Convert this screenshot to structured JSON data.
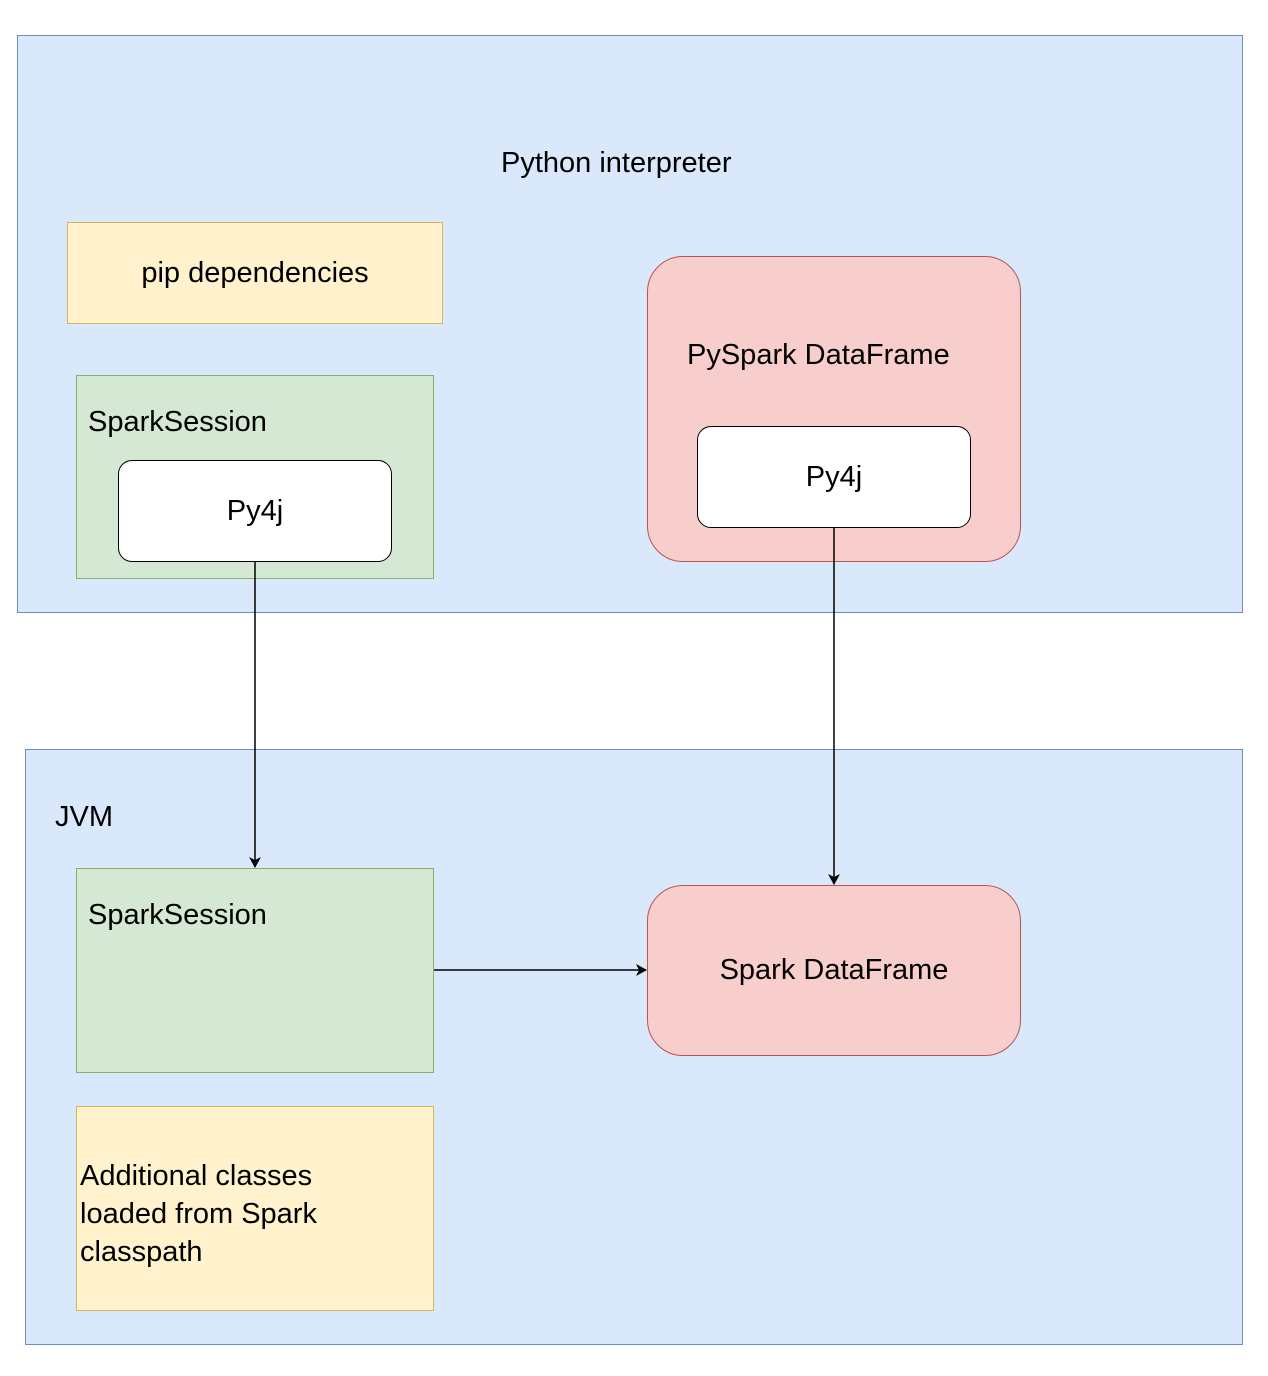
{
  "python_interpreter": {
    "label": "Python interpreter",
    "pip_dependencies": "pip dependencies",
    "spark_session": {
      "label": "SparkSession",
      "bridge": "Py4j"
    },
    "pyspark_dataframe": {
      "label": "PySpark DataFrame",
      "bridge": "Py4j"
    }
  },
  "jvm": {
    "label": "JVM",
    "spark_session": {
      "label": "SparkSession"
    },
    "spark_dataframe": {
      "label": "Spark DataFrame"
    },
    "additional_classes": {
      "line1": "Additional classes",
      "line2": "loaded from Spark",
      "line3": "classpath"
    }
  },
  "edges": [
    {
      "from": "python-sparksession-py4j",
      "to": "jvm-sparksession"
    },
    {
      "from": "pyspark-dataframe-py4j",
      "to": "jvm-spark-dataframe"
    },
    {
      "from": "jvm-sparksession",
      "to": "jvm-spark-dataframe"
    }
  ],
  "colors": {
    "container_fill": "#dae8fc",
    "container_stroke": "#6c8ebf",
    "yellow_fill": "#fff2cc",
    "yellow_stroke": "#d6b656",
    "green_fill": "#d5e8d4",
    "green_stroke": "#82b366",
    "red_fill": "#f8cecc",
    "red_stroke": "#b85450"
  }
}
